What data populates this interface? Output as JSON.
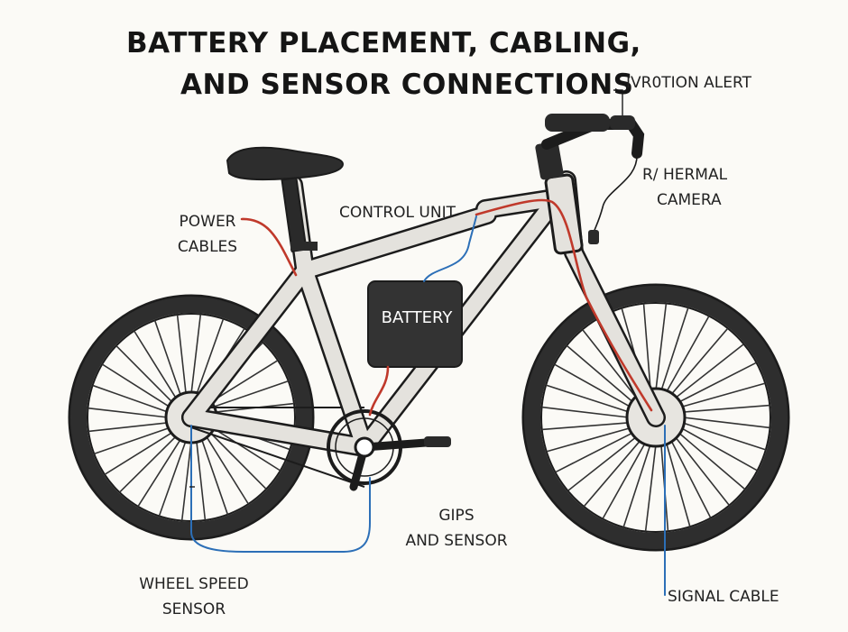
{
  "title": {
    "line1": "BATTERY PLACEMENT, CABLING,",
    "line2": "AND SENSOR CONNECTIONS"
  },
  "labels": {
    "motion_alert": "IVR0TION ALERT",
    "thermal_camera": [
      "R/ HERMAL",
      "CAMERA"
    ],
    "control_unit": "CONTROL UNIT",
    "power_cables": [
      "POWER",
      "CABLES"
    ],
    "battery": "BATTERY",
    "gps_sensor": [
      "GIPS",
      "AND SENSOR"
    ],
    "wheel_speed_sensor": [
      "WHEEL SPEED",
      "SENSOR"
    ],
    "signal_cable": "SIGNAL CABLE"
  },
  "colors": {
    "background": "#fbfaf6",
    "frame": "#e4e2dd",
    "outline": "#1c1c1c",
    "tire": "#2e2e2e",
    "power_cable": "#c0392b",
    "signal_cable": "#2c6fb7",
    "battery": "#333333"
  }
}
